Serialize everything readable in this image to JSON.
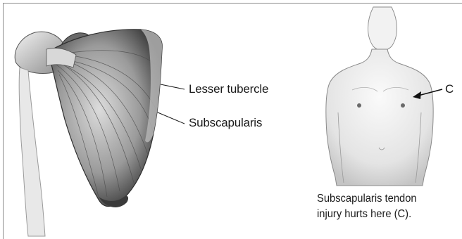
{
  "labels": {
    "lesser_tubercle": "Lesser tubercle",
    "subscapularis": "Subscapularis",
    "point_c": "C"
  },
  "caption": {
    "line1": "Subscapularis tendon",
    "line2": "injury hurts here (C)."
  },
  "colors": {
    "border": "#8c8c8c",
    "ink": "#1a1a1a",
    "shade": "#c9c9c9"
  }
}
